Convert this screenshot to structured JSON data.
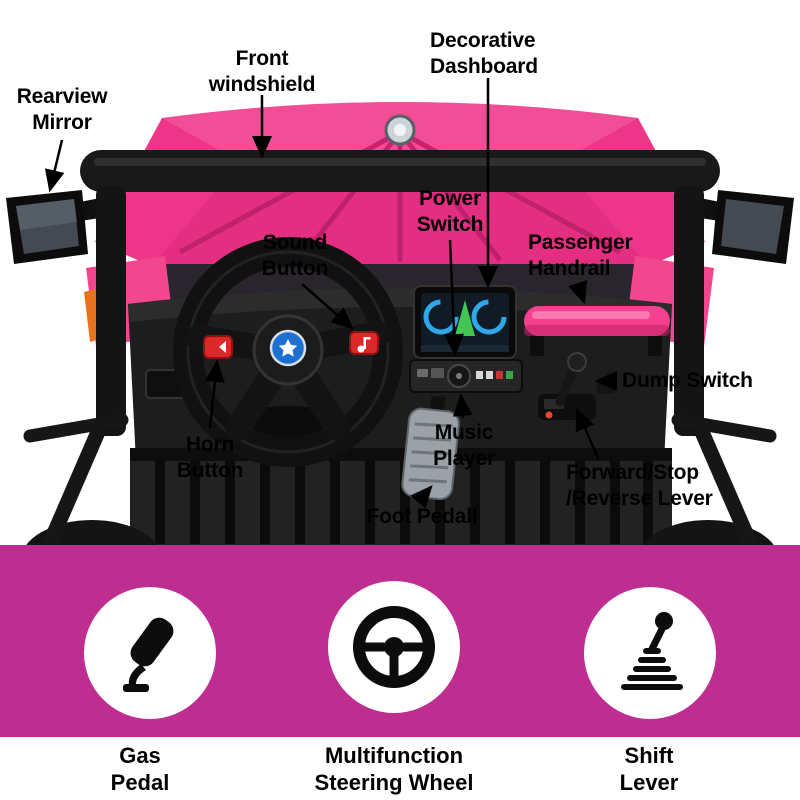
{
  "page": {
    "type": "product-feature-diagram"
  },
  "callouts": [
    {
      "id": "rearview-mirror",
      "text": "Rearview\nMirror"
    },
    {
      "id": "front-windshield",
      "text": "Front\nwindshield"
    },
    {
      "id": "decorative-dashboard",
      "text": "Decorative\nDashboard"
    },
    {
      "id": "power-switch",
      "text": "Power\nSwitch"
    },
    {
      "id": "passenger-handrail",
      "text": "Passenger\nHandrail"
    },
    {
      "id": "sound-button",
      "text": "Sound\nButton"
    },
    {
      "id": "dump-switch",
      "text": "Dump Switch"
    },
    {
      "id": "horn-button",
      "text": "Horn\nButton"
    },
    {
      "id": "music-player",
      "text": "Music\nPlayer"
    },
    {
      "id": "foot-pedal",
      "text": "Foot Pedall"
    },
    {
      "id": "forward-stop-reverse-lever",
      "text": "Forward/Stop\n/Reverse Lever"
    }
  ],
  "features": [
    {
      "icon": "gas-pedal-icon",
      "label": "Gas\nPedal"
    },
    {
      "icon": "steering-wheel-icon",
      "label": "Multifunction\nSteering Wheel"
    },
    {
      "icon": "shift-lever-icon",
      "label": "Shift\nLever"
    }
  ],
  "colors": {
    "band": "#BE2E90",
    "car_pink": "#ED3589",
    "button_red": "#DB2828",
    "text": "#000000"
  }
}
